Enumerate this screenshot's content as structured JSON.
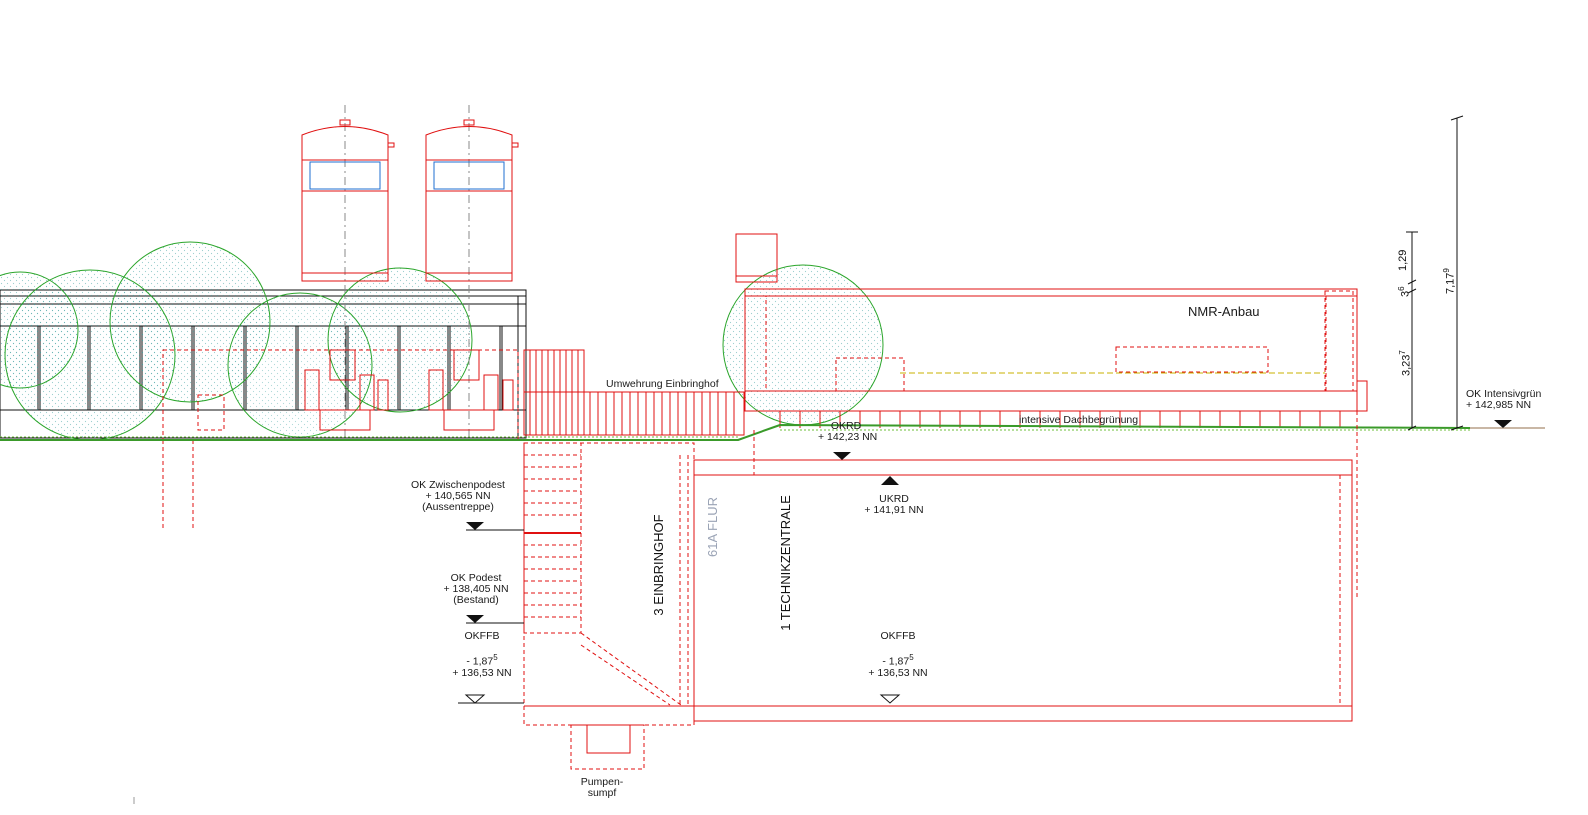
{
  "colors": {
    "structure": "#e01010",
    "trees": "#2aa52a",
    "lines": "#111111",
    "room_label_faded": "#9aa3b5",
    "ground": "#3a9a2a",
    "window_blue": "#1f6fd0"
  },
  "labels": {
    "nmr_anbau": "NMR-Anbau",
    "umwehrung": "Umwehrung Einbringhof",
    "dachbegruenung": "intensive Dachbegrünung",
    "okrd": "OKRD",
    "okrd_level": "+ 142,23 NN",
    "ukrd": "UKRD",
    "ukrd_level": "+ 141,91 NN",
    "ok_intensivgruen": "OK Intensivgrün",
    "ok_intensivgruen_level": "+ 142,985 NN",
    "ok_zwischenpodest": "OK Zwischenpodest",
    "ok_zwischenpodest_level": "+ 140,565 NN",
    "aussentreppe": "(Aussentreppe)",
    "ok_podest": "OK Podest",
    "ok_podest_level": "+ 138,405 NN",
    "bestand": "(Bestand)",
    "okffb_left": "OKFFB",
    "okffb_left_rel": "- 1,87",
    "okffb_left_rel_sup": "5",
    "okffb_left_level": "+ 136,53 NN",
    "okffb_right": "OKFFB",
    "okffb_right_rel": "- 1,87",
    "okffb_right_rel_sup": "5",
    "okffb_right_level": "+ 136,53 NN",
    "pumpensumpf_1": "Pumpen-",
    "pumpensumpf_2": "sumpf"
  },
  "rooms": {
    "einbringhof": "3 EINBRINGHOF",
    "flur": "61A FLUR",
    "technikzentrale": "1 TECHNIKZENTRALE"
  },
  "dimensions": {
    "d_129": "1,29",
    "d_36_a": "3",
    "d_36_b": "6",
    "d_3237_a": "3,23",
    "d_3237_b": "7",
    "d_7179_a": "7,17",
    "d_7179_b": "9"
  }
}
